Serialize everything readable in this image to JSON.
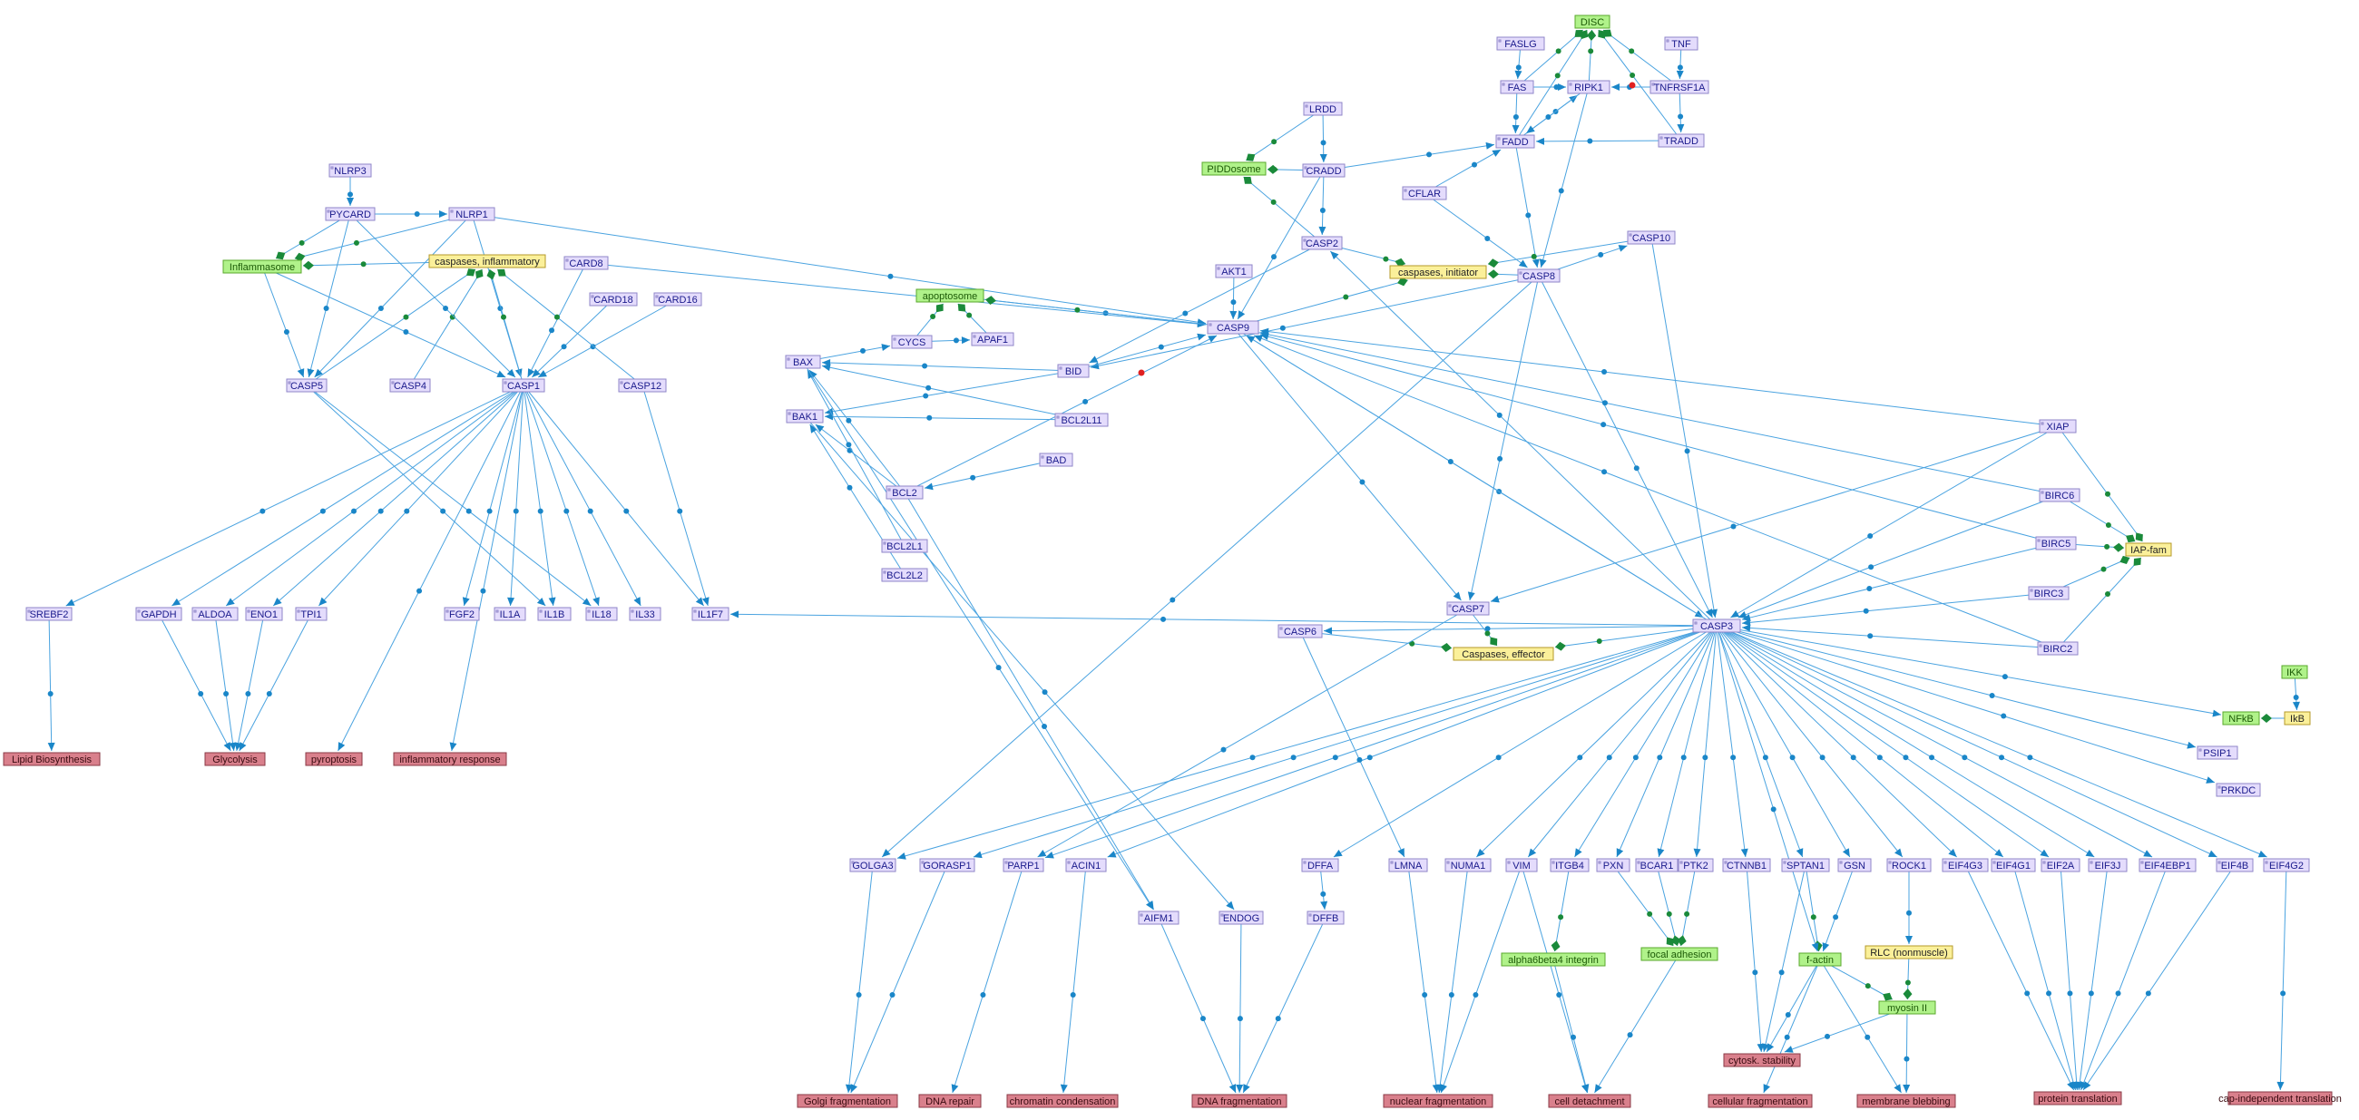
{
  "diagram": {
    "colors": {
      "gene_fill": "#e4dcfc",
      "complex_fill": "#b0f28a",
      "family_fill": "#fbf09a",
      "process_fill": "#d9808c",
      "edge": "#4aa3e0",
      "anchor": "#1a86c8",
      "binding": "#1a8a3a",
      "inhibition": "#e02020"
    },
    "nodes": {
      "disc": "DISC",
      "fasl": "FASLG",
      "tnf": "TNF",
      "fas": "FAS",
      "ripk1": "RIPK1",
      "tnfrsf1a": "TNFRSF1A",
      "fadd": "FADD",
      "tradd": "TRADD",
      "lrdd": "LRDD",
      "piddosome": "PIDDosome",
      "cradd": "CRADD",
      "cflar": "CFLAR",
      "casp2": "CASP2",
      "casp10": "CASP10",
      "akt1": "AKT1",
      "casp_init": "caspases, initiator",
      "casp8": "CASP8",
      "nlrp3": "NLRP3",
      "pycard": "PYCARD",
      "nlrp1": "NLRP1",
      "inflammasome": "Inflammasome",
      "casp_inflam": "caspases, inflammatory",
      "card8": "CARD8",
      "card18": "CARD18",
      "card16": "CARD16",
      "apoptosome": "apoptosome",
      "casp9": "CASP9",
      "cycs": "CYCS",
      "apaf1": "APAF1",
      "bax": "BAX",
      "bid": "BID",
      "casp5": "CASP5",
      "casp4": "CASP4",
      "casp1": "CASP1",
      "casp12": "CASP12",
      "bak1": "BAK1",
      "bcl2l11": "BCL2L11",
      "bad": "BAD",
      "bcl2": "BCL2",
      "bcl2l1": "BCL2L1",
      "bcl2l2": "BCL2L2",
      "xiap": "XIAP",
      "birc6": "BIRC6",
      "birc5": "BIRC5",
      "iap_fam": "IAP-fam",
      "birc3": "BIRC3",
      "birc2": "BIRC2",
      "casp7": "CASP7",
      "casp3": "CASP3",
      "casp6": "CASP6",
      "casp_eff": "Caspases, effector",
      "ikk": "IKK",
      "nfkb": "NFkB",
      "ikb": "IkB",
      "psip1": "PSIP1",
      "prkdc": "PRKDC",
      "srebf2": "SREBF2",
      "gapdh": "GAPDH",
      "aldoa": "ALDOA",
      "eno1": "ENO1",
      "tpi1": "TPI1",
      "fgf2": "FGF2",
      "il1a": "IL1A",
      "il1b": "IL1B",
      "il18": "IL18",
      "il33": "IL33",
      "il1f7": "IL1F7",
      "golga3": "GOLGA3",
      "gorasp1": "GORASP1",
      "parp1": "PARP1",
      "acin1": "ACIN1",
      "aifm1": "AIFM1",
      "endog": "ENDOG",
      "dffa": "DFFA",
      "dffb": "DFFB",
      "lmna": "LMNA",
      "numa1": "NUMA1",
      "vim": "VIM",
      "itgb4": "ITGB4",
      "pxn": "PXN",
      "bcar1": "BCAR1",
      "ptk2": "PTK2",
      "ctnnb1": "CTNNB1",
      "sptan1": "SPTAN1",
      "gsn": "GSN",
      "rock1": "ROCK1",
      "eif4g3": "EIF4G3",
      "eif4g1": "EIF4G1",
      "eif2a": "EIF2A",
      "eif3j": "EIF3J",
      "eif4ebp1": "EIF4EBP1",
      "eif4b": "EIF4B",
      "eif4g2": "EIF4G2",
      "a6b4": "alpha6beta4 integrin",
      "focal": "focal adhesion",
      "factin": "f-actin",
      "rlc": "RLC (nonmuscle)",
      "myosin": "myosin II",
      "p_lipid": "Lipid Biosynthesis",
      "p_glyco": "Glycolysis",
      "p_pyro": "pyroptosis",
      "p_inflam": "inflammatory response",
      "p_golgi": "Golgi fragmentation",
      "p_dnarep": "DNA repair",
      "p_chrom": "chromatin condensation",
      "p_dnafrag": "DNA fragmentation",
      "p_nucfrag": "nuclear fragmentation",
      "p_detach": "cell detachment",
      "p_cytosk": "cytosk. stability",
      "p_cellfrag": "cellular fragmentation",
      "p_bleb": "membrane blebbing",
      "p_prot": "protein translation",
      "p_capind": "cap-independent translation"
    }
  }
}
